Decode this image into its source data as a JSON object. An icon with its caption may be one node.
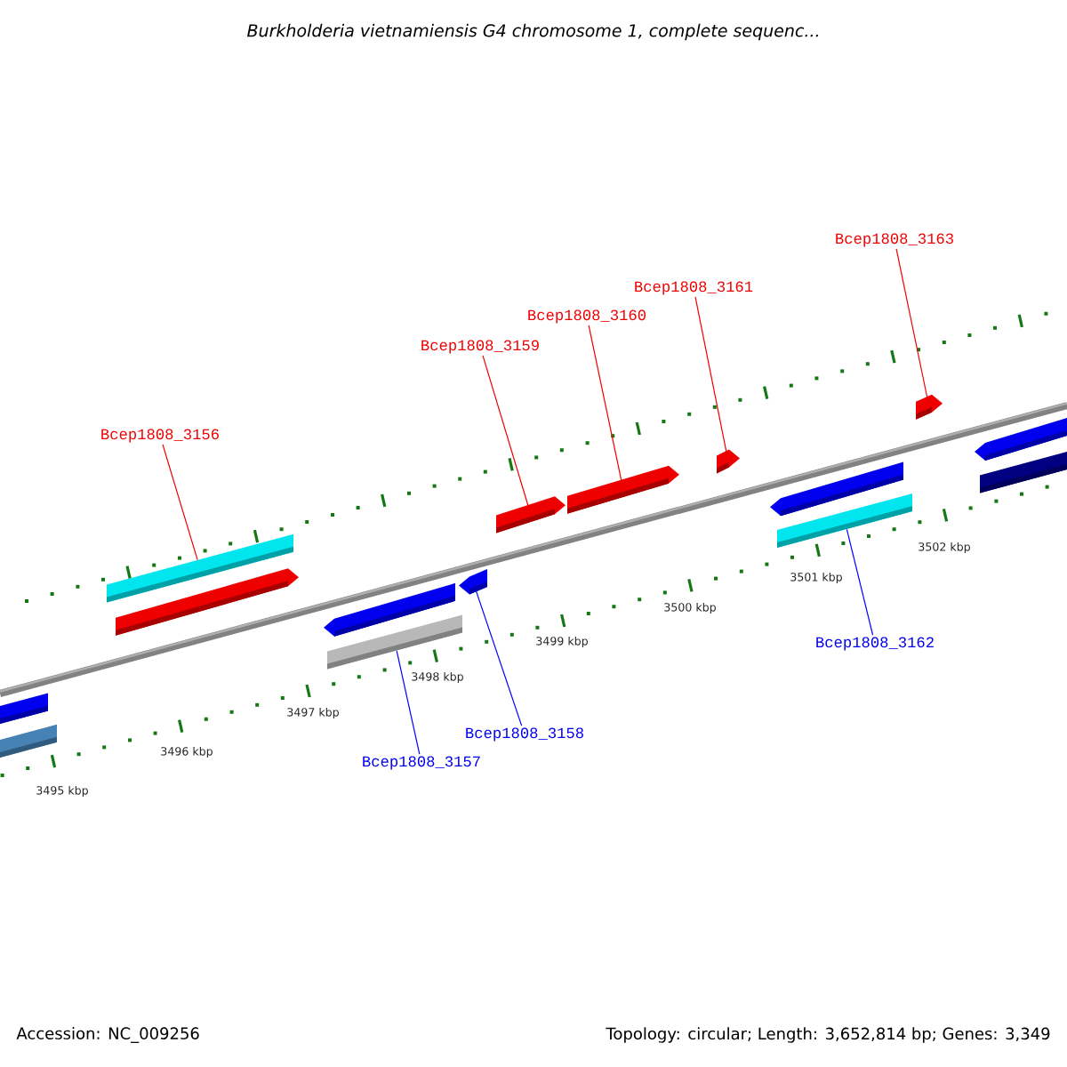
{
  "diagram": {
    "title": "Burkholderia vietnamiensis G4 chromosome 1, complete sequenc...",
    "nodes": [
      {
        "text": [
          "Bcep1808_3156"
        ]
      },
      {
        "text": [
          "Bcep1808_3159"
        ]
      },
      {
        "text": [
          "Bcep1808_3160"
        ]
      },
      {
        "text": [
          "Bcep1808_3161"
        ]
      },
      {
        "text": [
          "Bcep1808_3163"
        ]
      },
      {
        "text": [
          "Bcep1808_3157"
        ]
      },
      {
        "text": [
          "Bcep1808_3158"
        ]
      },
      {
        "text": [
          "Bcep1808_3162"
        ]
      },
      {
        "text": [],
        "shape": "bar"
      },
      {
        "text": [],
        "shape": "bar"
      },
      {
        "text": [],
        "shape": "bar"
      },
      {
        "text": [],
        "shape": "pentagon"
      },
      {
        "text": [],
        "shape": "pentagon"
      },
      {
        "text": [],
        "shape": "bar"
      },
      {
        "text": [],
        "shape": "pentagon"
      },
      {
        "text": [],
        "shape": "pentagon"
      },
      {
        "text": [],
        "shape": "pentagon"
      },
      {
        "text": [],
        "shape": "pentagon"
      },
      {
        "text": [],
        "shape": "pentagon"
      },
      {
        "text": [],
        "shape": "bar"
      },
      {
        "text": [],
        "shape": "pentagon"
      },
      {
        "text": [],
        "shape": "pentagon"
      },
      {
        "text": [],
        "shape": "bar"
      }
    ],
    "edges": [
      {
        "from": 0,
        "to": 10,
        "arrow": "none"
      },
      {
        "from": 1,
        "to": 15,
        "arrow": "none"
      },
      {
        "from": 2,
        "to": 16,
        "arrow": "none"
      },
      {
        "from": 3,
        "to": 17,
        "arrow": "none"
      },
      {
        "from": 4,
        "to": 20,
        "arrow": "none"
      },
      {
        "from": 5,
        "to": 13,
        "arrow": "none",
        "color": "#0000ff"
      },
      {
        "from": 6,
        "to": 14,
        "arrow": "none",
        "color": "#0000ff"
      },
      {
        "from": 7,
        "to": 19,
        "arrow": "none",
        "color": "#0000ff"
      }
    ],
    "labels": [
      "3495 kbp",
      "3496 kbp",
      "3497 kbp",
      "3498 kbp",
      "3499 kbp",
      "3500 kbp",
      "3501 kbp",
      "3502 kbp",
      "Accession: NC_009256",
      "Topology: circular; Length: 3,652,814 bp; Genes: 3,349"
    ]
  }
}
